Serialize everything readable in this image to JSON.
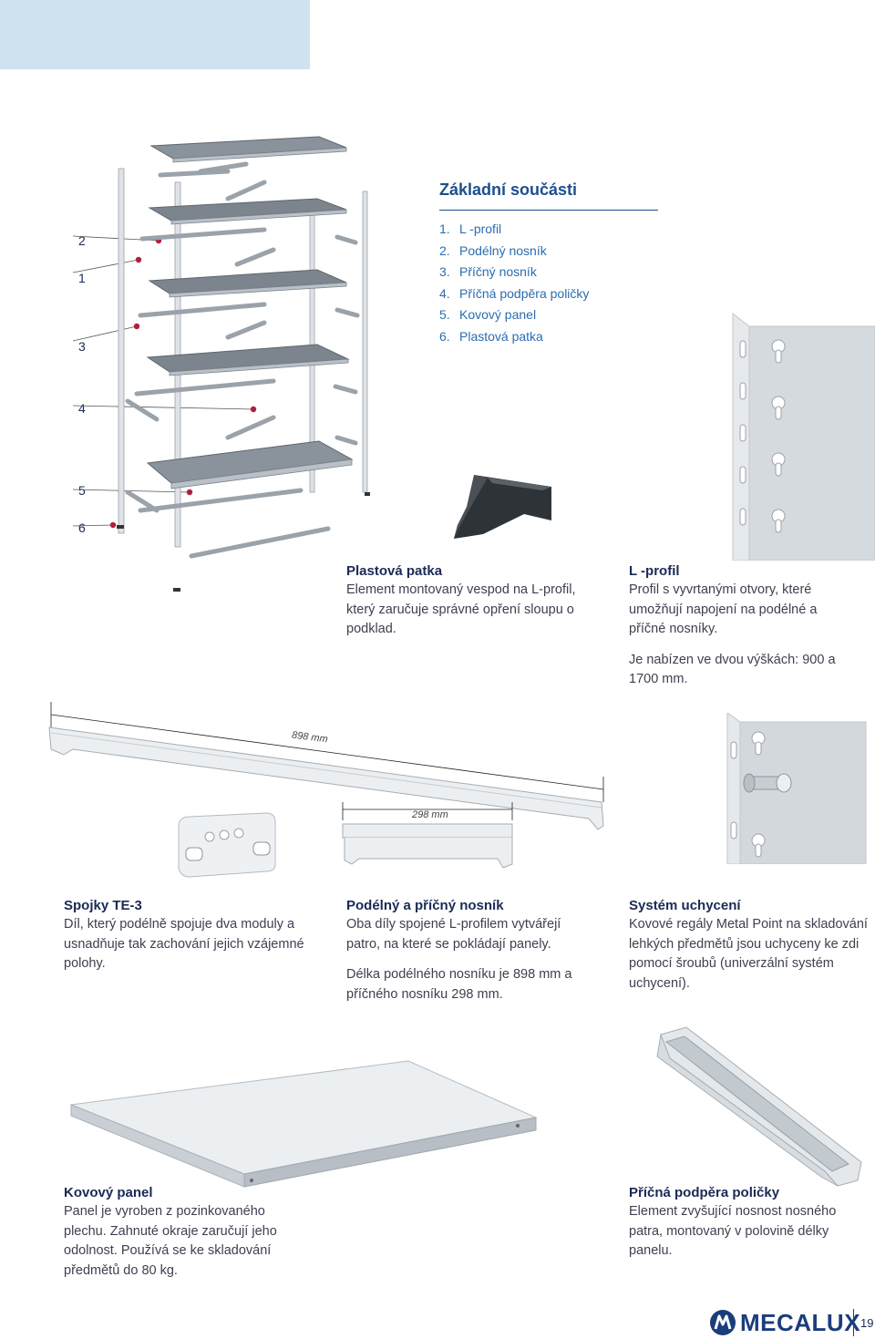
{
  "callouts": [
    "2",
    "1",
    "3",
    "4",
    "5",
    "6"
  ],
  "components": {
    "title": "Základní součásti",
    "items": [
      {
        "n": "1.",
        "label": "L -profil"
      },
      {
        "n": "2.",
        "label": "Podélný nosník"
      },
      {
        "n": "3.",
        "label": "Příčný nosník"
      },
      {
        "n": "4.",
        "label": "Příčná podpěra poličky"
      },
      {
        "n": "5.",
        "label": "Kovový panel"
      },
      {
        "n": "6.",
        "label": "Plastová patka"
      }
    ]
  },
  "foot": {
    "title": "Plastová patka",
    "text": "Element montovaný vespod na L-profil, který zaručuje správné opření sloupu o podklad."
  },
  "lprofile": {
    "title": "L -profil",
    "text": "Profil s vyvrtanými otvory, které umožňují napojení na podélné a příčné nosníky.",
    "text2": "Je nabízen ve dvou výškách: 900 a 1700 mm."
  },
  "dims": {
    "long": "898 mm",
    "short": "298 mm"
  },
  "te3": {
    "title": "Spojky TE-3",
    "text": "Díl, který podélně spojuje dva moduly a usnadňuje tak zachování jejich vzájemné polohy."
  },
  "beams": {
    "title": "Podélný a příčný nosník",
    "text": "Oba díly spojené L-profilem vytvářejí patro, na které se pokládají panely.",
    "text2": "Délka podélného nosníku je 898 mm a příčného nosníku 298 mm."
  },
  "fixing": {
    "title": "Systém uchycení",
    "text": "Kovové regály Metal Point na skladování lehkých předmětů jsou uchyceny ke zdi pomocí šroubů (univerzální systém uchycení)."
  },
  "panel": {
    "title": "Kovový panel",
    "text": "Panel je vyroben z pozinkovaného plechu. Zahnuté okraje zaručují jeho odolnost. Používá se ke skladování předmětů do 80 kg."
  },
  "support": {
    "title": "Příčná podpěra poličky",
    "text": "Element zvyšující nosnost nosného patra, montovaný v polovině délky panelu."
  },
  "footer": {
    "brand": "MECALUX",
    "page": "19"
  },
  "colors": {
    "accent": "#1d4f8c",
    "callout": "#b0203e",
    "corner": "#cfe3ef",
    "metal": "#cdd3d9",
    "shelf": "#7c858e"
  },
  "icons": [
    "shelving-exploded-illustration",
    "plastic-foot-illustration",
    "l-profile-illustration",
    "beam-illustration",
    "te3-connector-illustration",
    "wall-fixing-illustration",
    "metal-panel-illustration",
    "shelf-support-illustration",
    "mecalux-logo-icon"
  ]
}
